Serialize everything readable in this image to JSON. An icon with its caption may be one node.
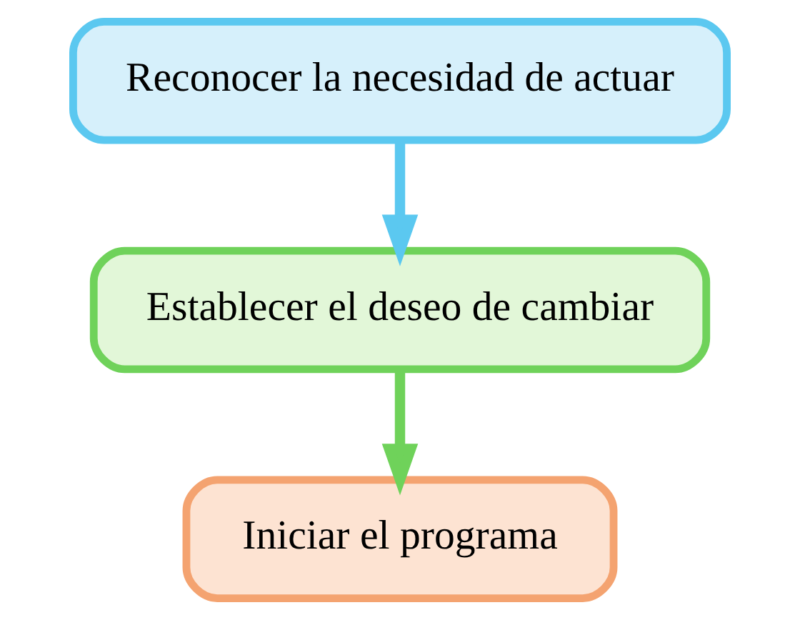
{
  "diagram": {
    "nodes": [
      {
        "text": [
          "Reconocer la necesidad de actuar"
        ]
      },
      {
        "text": [
          "Establecer el deseo de cambiar"
        ]
      },
      {
        "text": [
          "Iniciar el programa"
        ]
      }
    ],
    "edges": [
      {
        "from": 0,
        "to": 1,
        "arrow": "to",
        "color": "#5bc8f0"
      },
      {
        "from": 1,
        "to": 2,
        "arrow": "to",
        "color": "#6fd25a"
      }
    ]
  }
}
